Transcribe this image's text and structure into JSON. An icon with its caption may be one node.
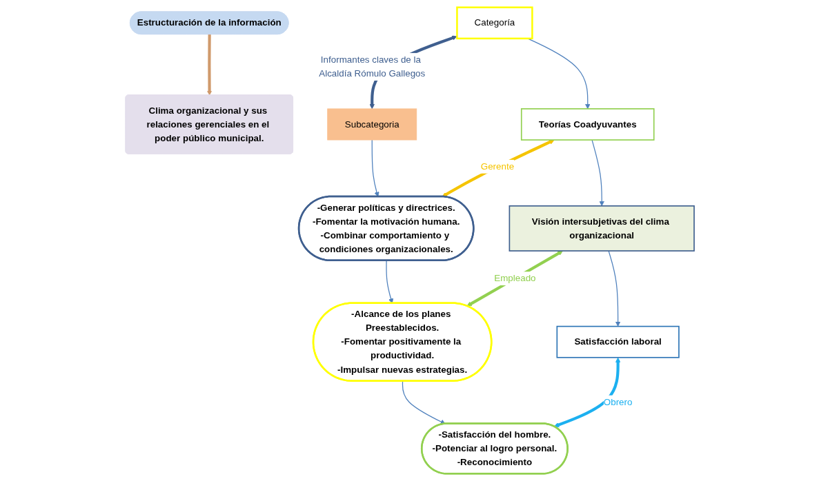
{
  "diagram": {
    "nodes": [
      {
        "text": [
          "Estructuración de la información"
        ]
      },
      {
        "text": [
          "Clima organizacional y sus relaciones gerenciales en el poder público municipal."
        ]
      },
      {
        "text": [
          "Categoría"
        ]
      },
      {
        "text": [
          "Subcategoria"
        ]
      },
      {
        "text": [
          "Teorías Coadyuvantes"
        ]
      },
      {
        "text": [
          "-Generar políticas y directrices.",
          "-Fomentar la motivación humana.",
          "-Combinar comportamiento y condiciones organizacionales."
        ]
      },
      {
        "text": [
          "Visión intersubjetivas del clima organizacional"
        ]
      },
      {
        "text": [
          "-Alcance de los planes Preestablecidos.",
          "-Fomentar positivamente la productividad.",
          "-Impulsar nuevas estrategias."
        ]
      },
      {
        "text": [
          "Satisfacción laboral"
        ]
      },
      {
        "text": [
          "-Satisfacción del hombre.",
          "-Potenciar al logro personal.",
          "-Reconocimiento"
        ]
      }
    ],
    "edges": [
      {
        "from": 0,
        "to": 1,
        "arrow": "to",
        "style": "thick",
        "color": "#d09a6c"
      },
      {
        "from": 2,
        "to": 3,
        "arrow": "both",
        "label": "Informantes claves de la Alcaldía Rómulo Gallegos",
        "style": "thick",
        "color": "#3f5f8f"
      },
      {
        "from": 2,
        "to": 4,
        "arrow": "to"
      },
      {
        "from": 3,
        "to": 5,
        "arrow": "to"
      },
      {
        "from": 4,
        "to": 5,
        "arrow": "both",
        "label": "Gerente",
        "style": "thick",
        "color": "#f5c400"
      },
      {
        "from": 4,
        "to": 6,
        "arrow": "to"
      },
      {
        "from": 5,
        "to": 7,
        "arrow": "to"
      },
      {
        "from": 6,
        "to": 7,
        "arrow": "both",
        "label": "Empleado",
        "style": "thick",
        "color": "#92d050"
      },
      {
        "from": 6,
        "to": 8,
        "arrow": "to"
      },
      {
        "from": 7,
        "to": 9,
        "arrow": "to"
      },
      {
        "from": 8,
        "to": 9,
        "arrow": "both",
        "label": "Obrero",
        "style": "thick",
        "color": "#1cb0f0"
      }
    ]
  }
}
